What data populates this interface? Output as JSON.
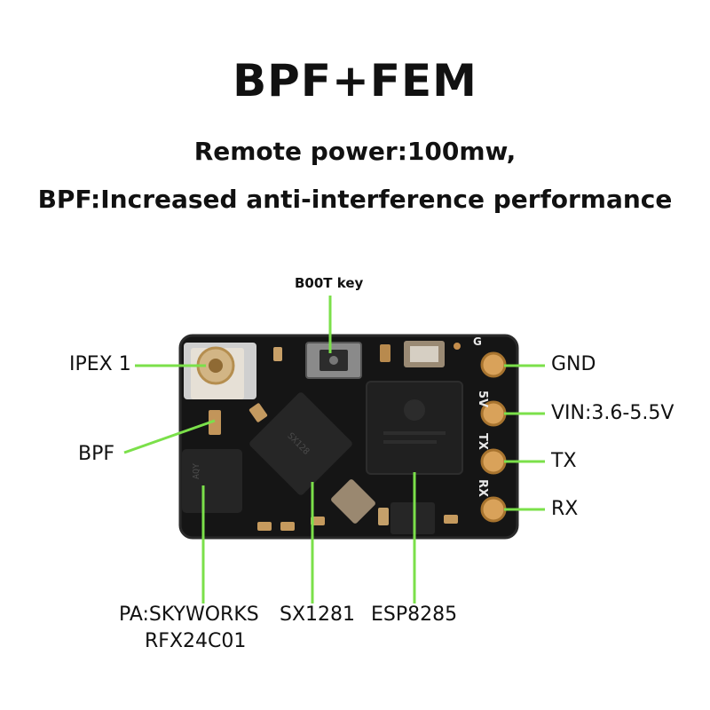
{
  "title": "BPF+FEM",
  "subtitle_power": "Remote power:100mw,",
  "subtitle_bpf": "BPF:Increased anti-interference performance",
  "labels": {
    "boot_key": "B00T key",
    "ipex": "IPEX 1",
    "bpf": "BPF",
    "pa_line1": "PA:SKYWORKS",
    "pa_line2": "RFX24C01",
    "sx1281": "SX1281",
    "esp8285": "ESP8285",
    "gnd": "GND",
    "vin": "VIN:3.6-5.5V",
    "tx": "TX",
    "rx": "RX"
  },
  "silkscreen": {
    "pad_g": "G",
    "pad_5v": "5V",
    "pad_tx": "TX",
    "pad_rx": "RX"
  },
  "colors": {
    "leader": "#7be04a",
    "board": "#141414",
    "pad": "#d9a25a"
  }
}
